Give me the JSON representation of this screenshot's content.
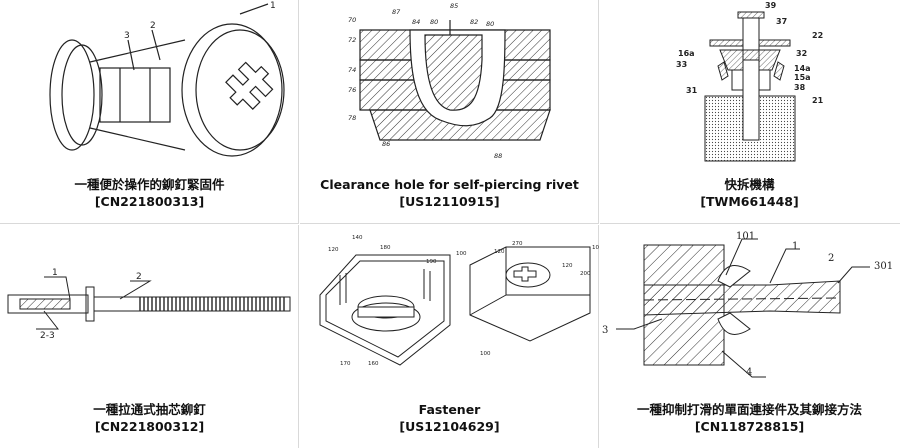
{
  "patents": [
    {
      "title": "一種便於操作的鉚釘緊固件",
      "number": "[CN221800313]",
      "figure": "rivet-fastener-drawing"
    },
    {
      "title": "Clearance hole for self-piercing rivet",
      "number": "[US12110915]",
      "figure": "self-piercing-rivet-section"
    },
    {
      "title": "快拆機構",
      "number": "[TWM661448]",
      "figure": "quick-release-mechanism-section"
    },
    {
      "title": "一種拉通式抽芯鉚釘",
      "number": "[CN221800312]",
      "figure": "blind-rivet-drawing"
    },
    {
      "title": "Fastener",
      "number": "[US12104629]",
      "figure": "fastener-cutaway-drawing"
    },
    {
      "title": "一種抑制打滑的單面連接件及其鉚接方法",
      "number": "[CN118728815]",
      "figure": "single-side-connector-section"
    }
  ],
  "labels": {
    "fig1": [
      "1",
      "2",
      "3"
    ],
    "fig2": [
      "70",
      "87",
      "84",
      "80",
      "85",
      "82",
      "80",
      "72",
      "74",
      "76",
      "78",
      "86",
      "88"
    ],
    "fig3": [
      "39",
      "37",
      "22",
      "32",
      "16a",
      "33",
      "14a",
      "15a",
      "38",
      "31",
      "21"
    ],
    "fig4": [
      "1",
      "2",
      "2-3"
    ],
    "fig5": [
      "140",
      "120",
      "180",
      "190",
      "100",
      "170",
      "160",
      "120",
      "270",
      "10",
      "120",
      "200",
      "100"
    ],
    "fig6": [
      "101",
      "1",
      "2",
      "301",
      "3",
      "4"
    ]
  }
}
